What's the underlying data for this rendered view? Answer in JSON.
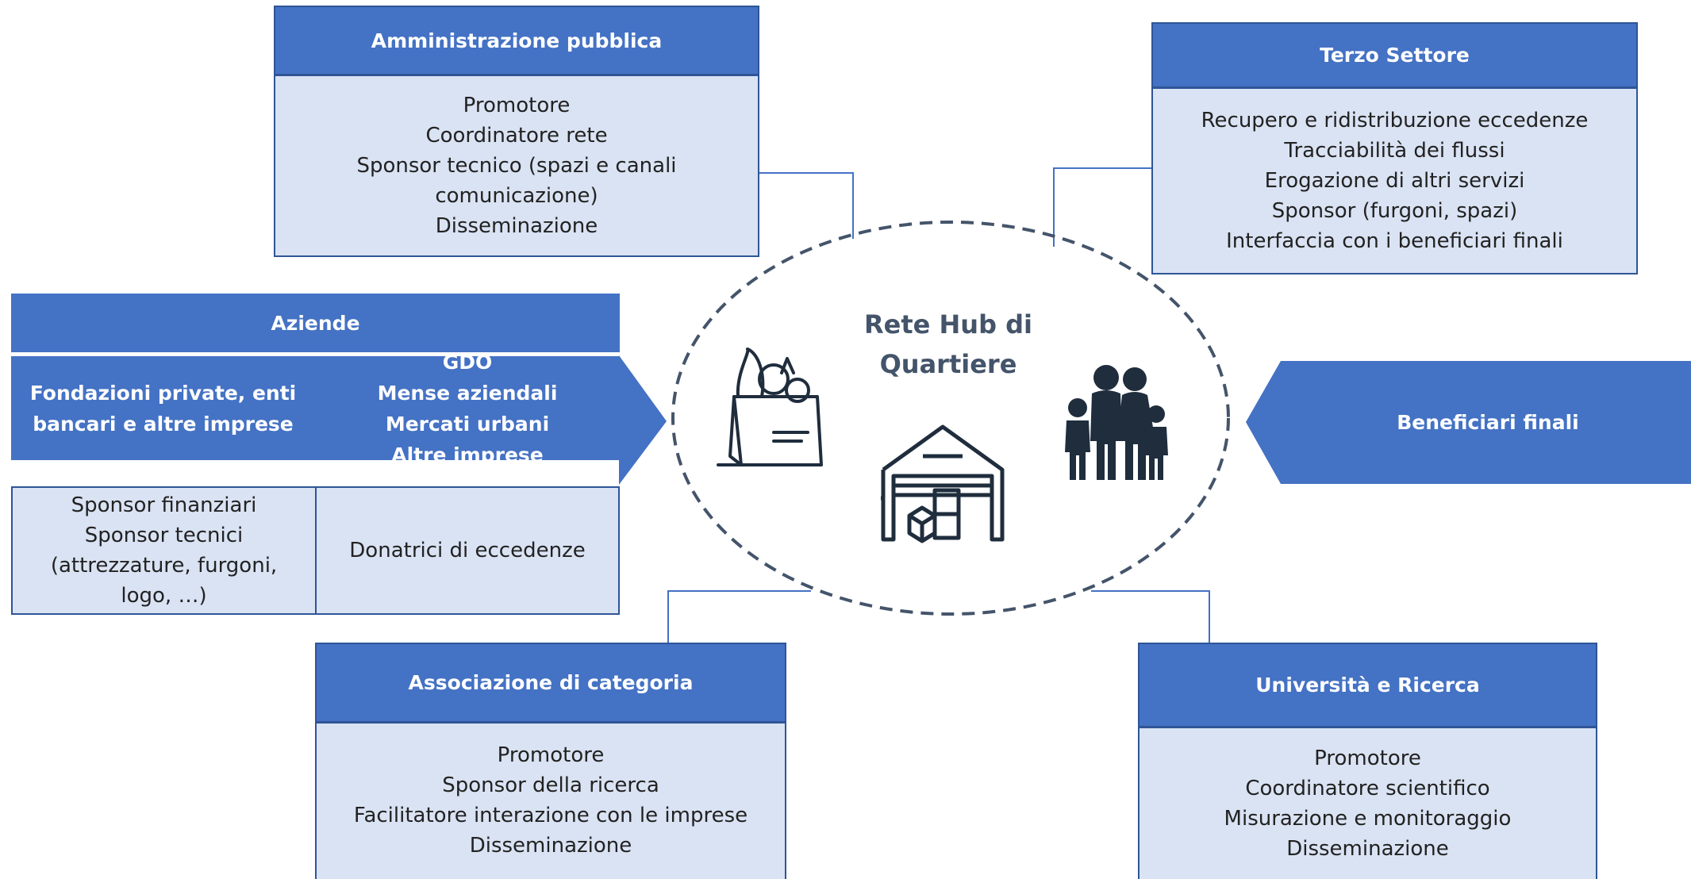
{
  "center": {
    "title_line1": "Rete Hub di",
    "title_line2": "Quartiere"
  },
  "amministrazione": {
    "title": "Amministrazione pubblica",
    "items": [
      "Promotore",
      "Coordinatore rete",
      "Sponsor tecnico (spazi e canali",
      "comunicazione)",
      "Disseminazione"
    ]
  },
  "terzo_settore": {
    "title": "Terzo Settore",
    "items": [
      "Recupero e ridistribuzione eccedenze",
      "Tracciabilità dei flussi",
      "Erogazione di altri servizi",
      "Sponsor (furgoni, spazi)",
      "Interfaccia con i beneficiari finali"
    ]
  },
  "aziende": {
    "title": "Aziende",
    "left_header": [
      "Fondazioni private, enti",
      "bancari e altre imprese"
    ],
    "right_header": [
      "GDO",
      "Mense aziendali",
      "Mercati urbani",
      "Altre imprese"
    ],
    "left_items": [
      "Sponsor finanziari",
      "Sponsor tecnici",
      "(attrezzature, furgoni,",
      "logo, …)"
    ],
    "right_items": [
      "Donatrici di eccedenze"
    ]
  },
  "beneficiari": {
    "title": "Beneficiari finali"
  },
  "associazione": {
    "title": "Associazione di categoria",
    "items": [
      "Promotore",
      "Sponsor della ricerca",
      "Facilitatore interazione con le imprese",
      "Disseminazione"
    ]
  },
  "universita": {
    "title": "Università e Ricerca",
    "items": [
      "Promotore",
      "Coordinatore scientifico",
      "Misurazione e monitoraggio",
      "Disseminazione"
    ]
  },
  "colors": {
    "header": "#4472c4",
    "body": "#dae3f3",
    "border": "#2f5597",
    "dashed_ellipse": "#44546a",
    "icon": "#1f2d3d"
  }
}
